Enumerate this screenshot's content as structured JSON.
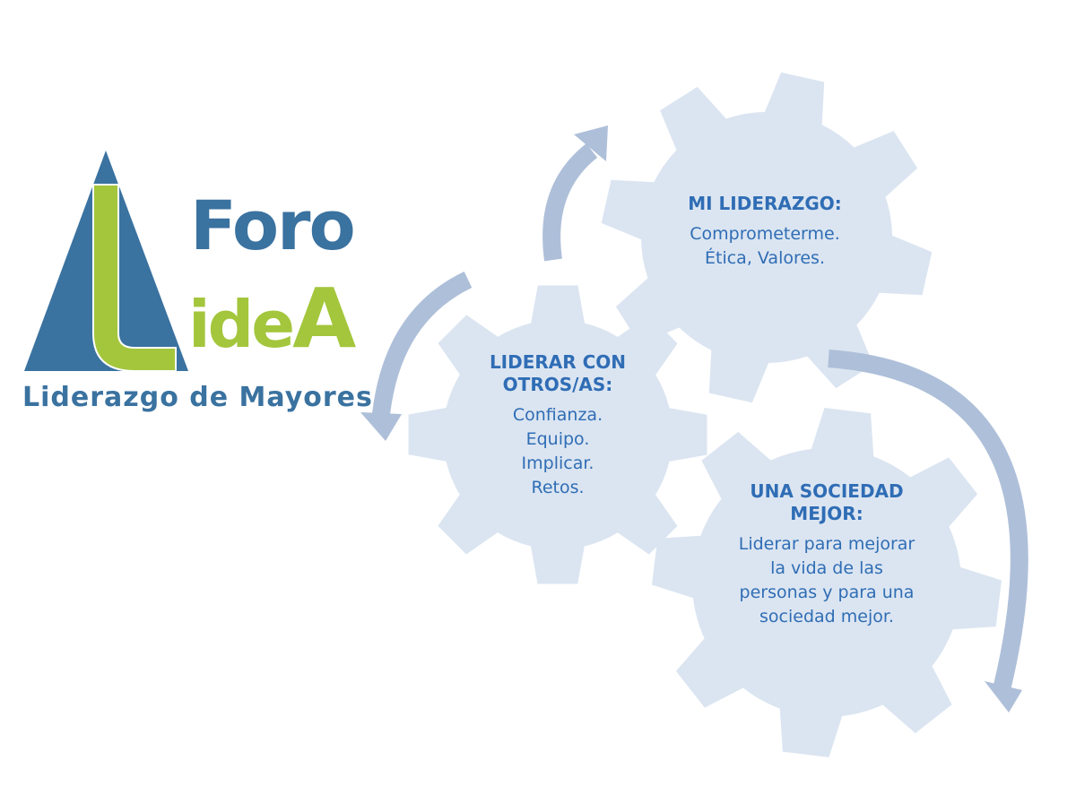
{
  "colors": {
    "gear": "#dbe5f1",
    "text": "#2f6db5",
    "arrow": "#aebfd9",
    "logo_blue": "#3a72a0",
    "logo_green": "#a3c63c"
  },
  "logo": {
    "word1": "Foro",
    "word2_letters": [
      "L",
      "ide",
      "A"
    ],
    "tagline": "Liderazgo de Mayores"
  },
  "gears": [
    {
      "title": "MI LIDERAZGO:",
      "lines": [
        "Comprometerme.",
        "Ética, Valores."
      ]
    },
    {
      "title": "LIDERAR CON OTROS/AS:",
      "title_lines": [
        "LIDERAR CON",
        "OTROS/AS:"
      ],
      "lines": [
        "Confianza.",
        "Equipo.",
        "Implicar.",
        "Retos."
      ]
    },
    {
      "title": "UNA SOCIEDAD MEJOR:",
      "title_lines": [
        "UNA SOCIEDAD",
        "MEJOR:"
      ],
      "lines": [
        "Liderar para mejorar",
        "la vida de las",
        "personas y para una",
        "sociedad mejor."
      ]
    }
  ]
}
